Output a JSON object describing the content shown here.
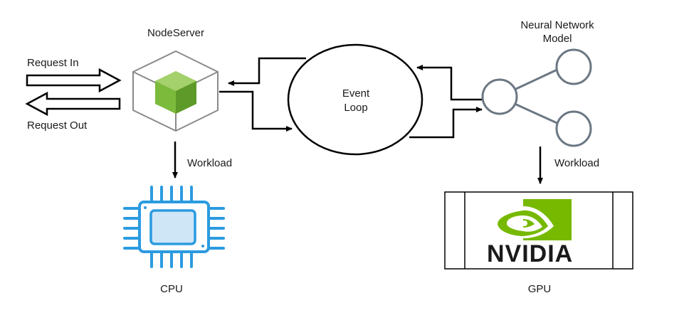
{
  "nodes": {
    "node_server": {
      "label": "NodeServer"
    },
    "event_loop": {
      "label_line1": "Event",
      "label_line2": "Loop"
    },
    "neural_network": {
      "label_line1": "Neural Network",
      "label_line2": "Model"
    },
    "cpu": {
      "label": "CPU"
    },
    "gpu": {
      "label": "GPU",
      "brand_text": "NVIDIA"
    }
  },
  "edges": {
    "request_in": "Request In",
    "request_out": "Request Out",
    "cpu_workload": "Workload",
    "gpu_workload": "Workload"
  },
  "colors": {
    "node_green": "#7cba3c",
    "cpu_blue": "#2b9be0",
    "cpu_fill": "#cfe6f7",
    "nvidia_green": "#76b900",
    "stroke": "#000000",
    "network_stroke": "#6b7783"
  },
  "icons": [
    "nodejs-cube-icon",
    "cpu-chip-icon",
    "nvidia-logo-icon",
    "share-network-icon"
  ]
}
